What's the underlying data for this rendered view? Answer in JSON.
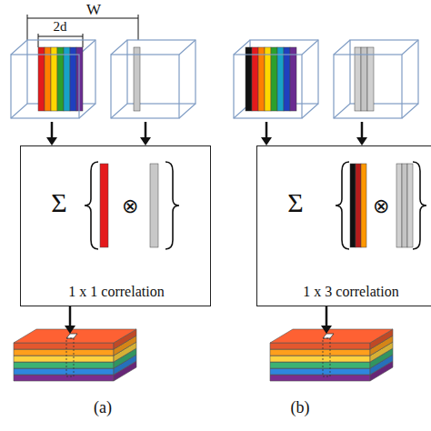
{
  "diagram": {
    "nodes": [
      {
        "text": [
          "Σ",
          "⊗",
          "1 x 1 correlation"
        ]
      },
      {
        "text": [
          "Σ",
          "⊗",
          "1 x 3 correlation"
        ]
      }
    ],
    "labels": [
      "W",
      "2d",
      "(a)",
      "(b)"
    ]
  }
}
